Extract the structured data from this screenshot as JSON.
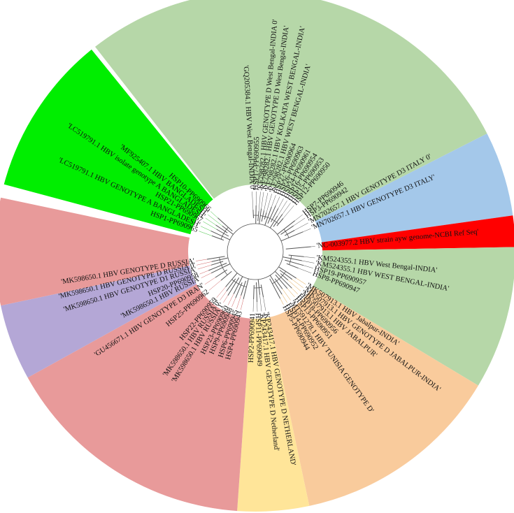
{
  "colors": {
    "light_green": "#b6d7a8",
    "bright_green": "#00ee00",
    "blue": "#a4c8ea",
    "red": "#ff0000",
    "pink": "#e89a9a",
    "purple": "#b4a7d6",
    "yellow": "#ffe599",
    "peach": "#f9cb9c",
    "branch": "#555555",
    "branch_green": "#38c038",
    "branch_pink": "#d06060",
    "branch_orange": "#e0a040"
  },
  "sectors": [
    {
      "id": "green-west-bengal-top",
      "color": "light_green"
    },
    {
      "id": "italy-d3",
      "color": "blue"
    },
    {
      "id": "ncbi-reference",
      "color": "red"
    },
    {
      "id": "green-west-bengal-right",
      "color": "light_green"
    },
    {
      "id": "jabalpur",
      "color": "peach"
    },
    {
      "id": "netherland",
      "color": "yellow"
    },
    {
      "id": "russia-lower",
      "color": "pink"
    },
    {
      "id": "iran-d3",
      "color": "purple"
    },
    {
      "id": "russia-upper",
      "color": "pink"
    },
    {
      "id": "bangladesh",
      "color": "bright_green"
    }
  ],
  "leaves": [
    {
      "label": "'KF798282.1 HBV GENOTYPE D West Bengal-INDIA'"
    },
    {
      "label": "'KF798282.1 HBV KOLKATA WEST BENGAL-INDIA'"
    },
    {
      "label": "'KF798282.1 HBV WEST BENGAL-INDIA'"
    },
    {
      "label": "HSP27-PP690964"
    },
    {
      "label": "HSP26-PP690963"
    },
    {
      "label": "HSP24-PP690961"
    },
    {
      "label": "HSP16-PP690954"
    },
    {
      "label": "HSP15-PP690953"
    },
    {
      "label": "HSP12-PP690950"
    },
    {
      "label": "HSP7-PP690946"
    },
    {
      "label": "HSP3-PP690942"
    },
    {
      "label": "'MN702657.1 HBV GENOTYPE D3 ITALY 0'"
    },
    {
      "label": "'MN702657.1 HBV GENOTYPE D3 ITALY'"
    },
    {
      "label": "'NC-003977.2 HBV strain ayw genome-NCBI Ref Seq'"
    },
    {
      "label": "'KM524355.1 HBV West Bengal-INDIA'"
    },
    {
      "label": "'KM524355.1 HBV WEST BENGAL-INDIA'"
    },
    {
      "label": "HSP19-PP690957"
    },
    {
      "label": "HSP8-PP690947"
    },
    {
      "label": "'MK507913.1 HBV Jabalpur-INDIA'"
    },
    {
      "label": "'MK507913.1 HBV GENOTYPE D JABALPUR-INDIA'"
    },
    {
      "label": "'MK507913.1 HBV JABALPUR'"
    },
    {
      "label": "HSP18-PP690956"
    },
    {
      "label": "HSP13-PP690951"
    },
    {
      "label": "'MT591278.1 HBV TUNISIA GENOTYPE D'"
    },
    {
      "label": "HSP14-PP690952"
    },
    {
      "label": "HSP5-PP690944"
    },
    {
      "label": "'KP243417.1 HBV GENOTYPE D NETHERLAND'"
    },
    {
      "label": "'KP243417.1 HBV GENOTYPE D Netherland'"
    },
    {
      "label": "HSP11-PP690949"
    },
    {
      "label": "HSP2-PP690941"
    },
    {
      "label": "HSP4-PP690943"
    },
    {
      "label": "HSP6-PP690945"
    },
    {
      "label": "HSP9-PP690948"
    },
    {
      "label": "HSP23-PP690960"
    },
    {
      "label": "'MK598650.1 HBV RUSSIA 1'"
    },
    {
      "label": "'MK598650.1 HBV RUSSIA 0'"
    },
    {
      "label": "HSP22-PP690959"
    },
    {
      "label": "HSP25-PP690962"
    },
    {
      "label": "'GU456671.1 HBV GENOTYPE D3 IRAN'"
    },
    {
      "label": "'MK598650.1 HBV RUSSIA'"
    },
    {
      "label": "HSP20-PP690958"
    },
    {
      "label": "'MK598650.1 HBV GENOTYPE D1 RUSSIA'"
    },
    {
      "label": "'MK598650.1 HBV GENOTYPE D RUSSIA 0'"
    },
    {
      "label": "'MK598650.1 HBV GENOTYPE D RUSSIA'"
    },
    {
      "label": "HSP1-PP690965"
    },
    {
      "label": "'LC519791.1 HBV GENOTYPE A BANGLADESH'"
    },
    {
      "label": "HSP21-PP690967"
    },
    {
      "label": "'LC519791.1 HBV isolate genotype A BANGLADESH'"
    },
    {
      "label": "'MF925407.1 HBV BANGLADESH'"
    },
    {
      "label": "HSP10-PP690966"
    },
    {
      "label": "'GQ205384.1 HBV West Bengal-INDIA 0'"
    },
    {
      "label": "HSP17-PP690955"
    },
    {
      "label": "'KF798282.1 HBV GENOTYPE D West Bengal-INDIA 0'"
    }
  ]
}
